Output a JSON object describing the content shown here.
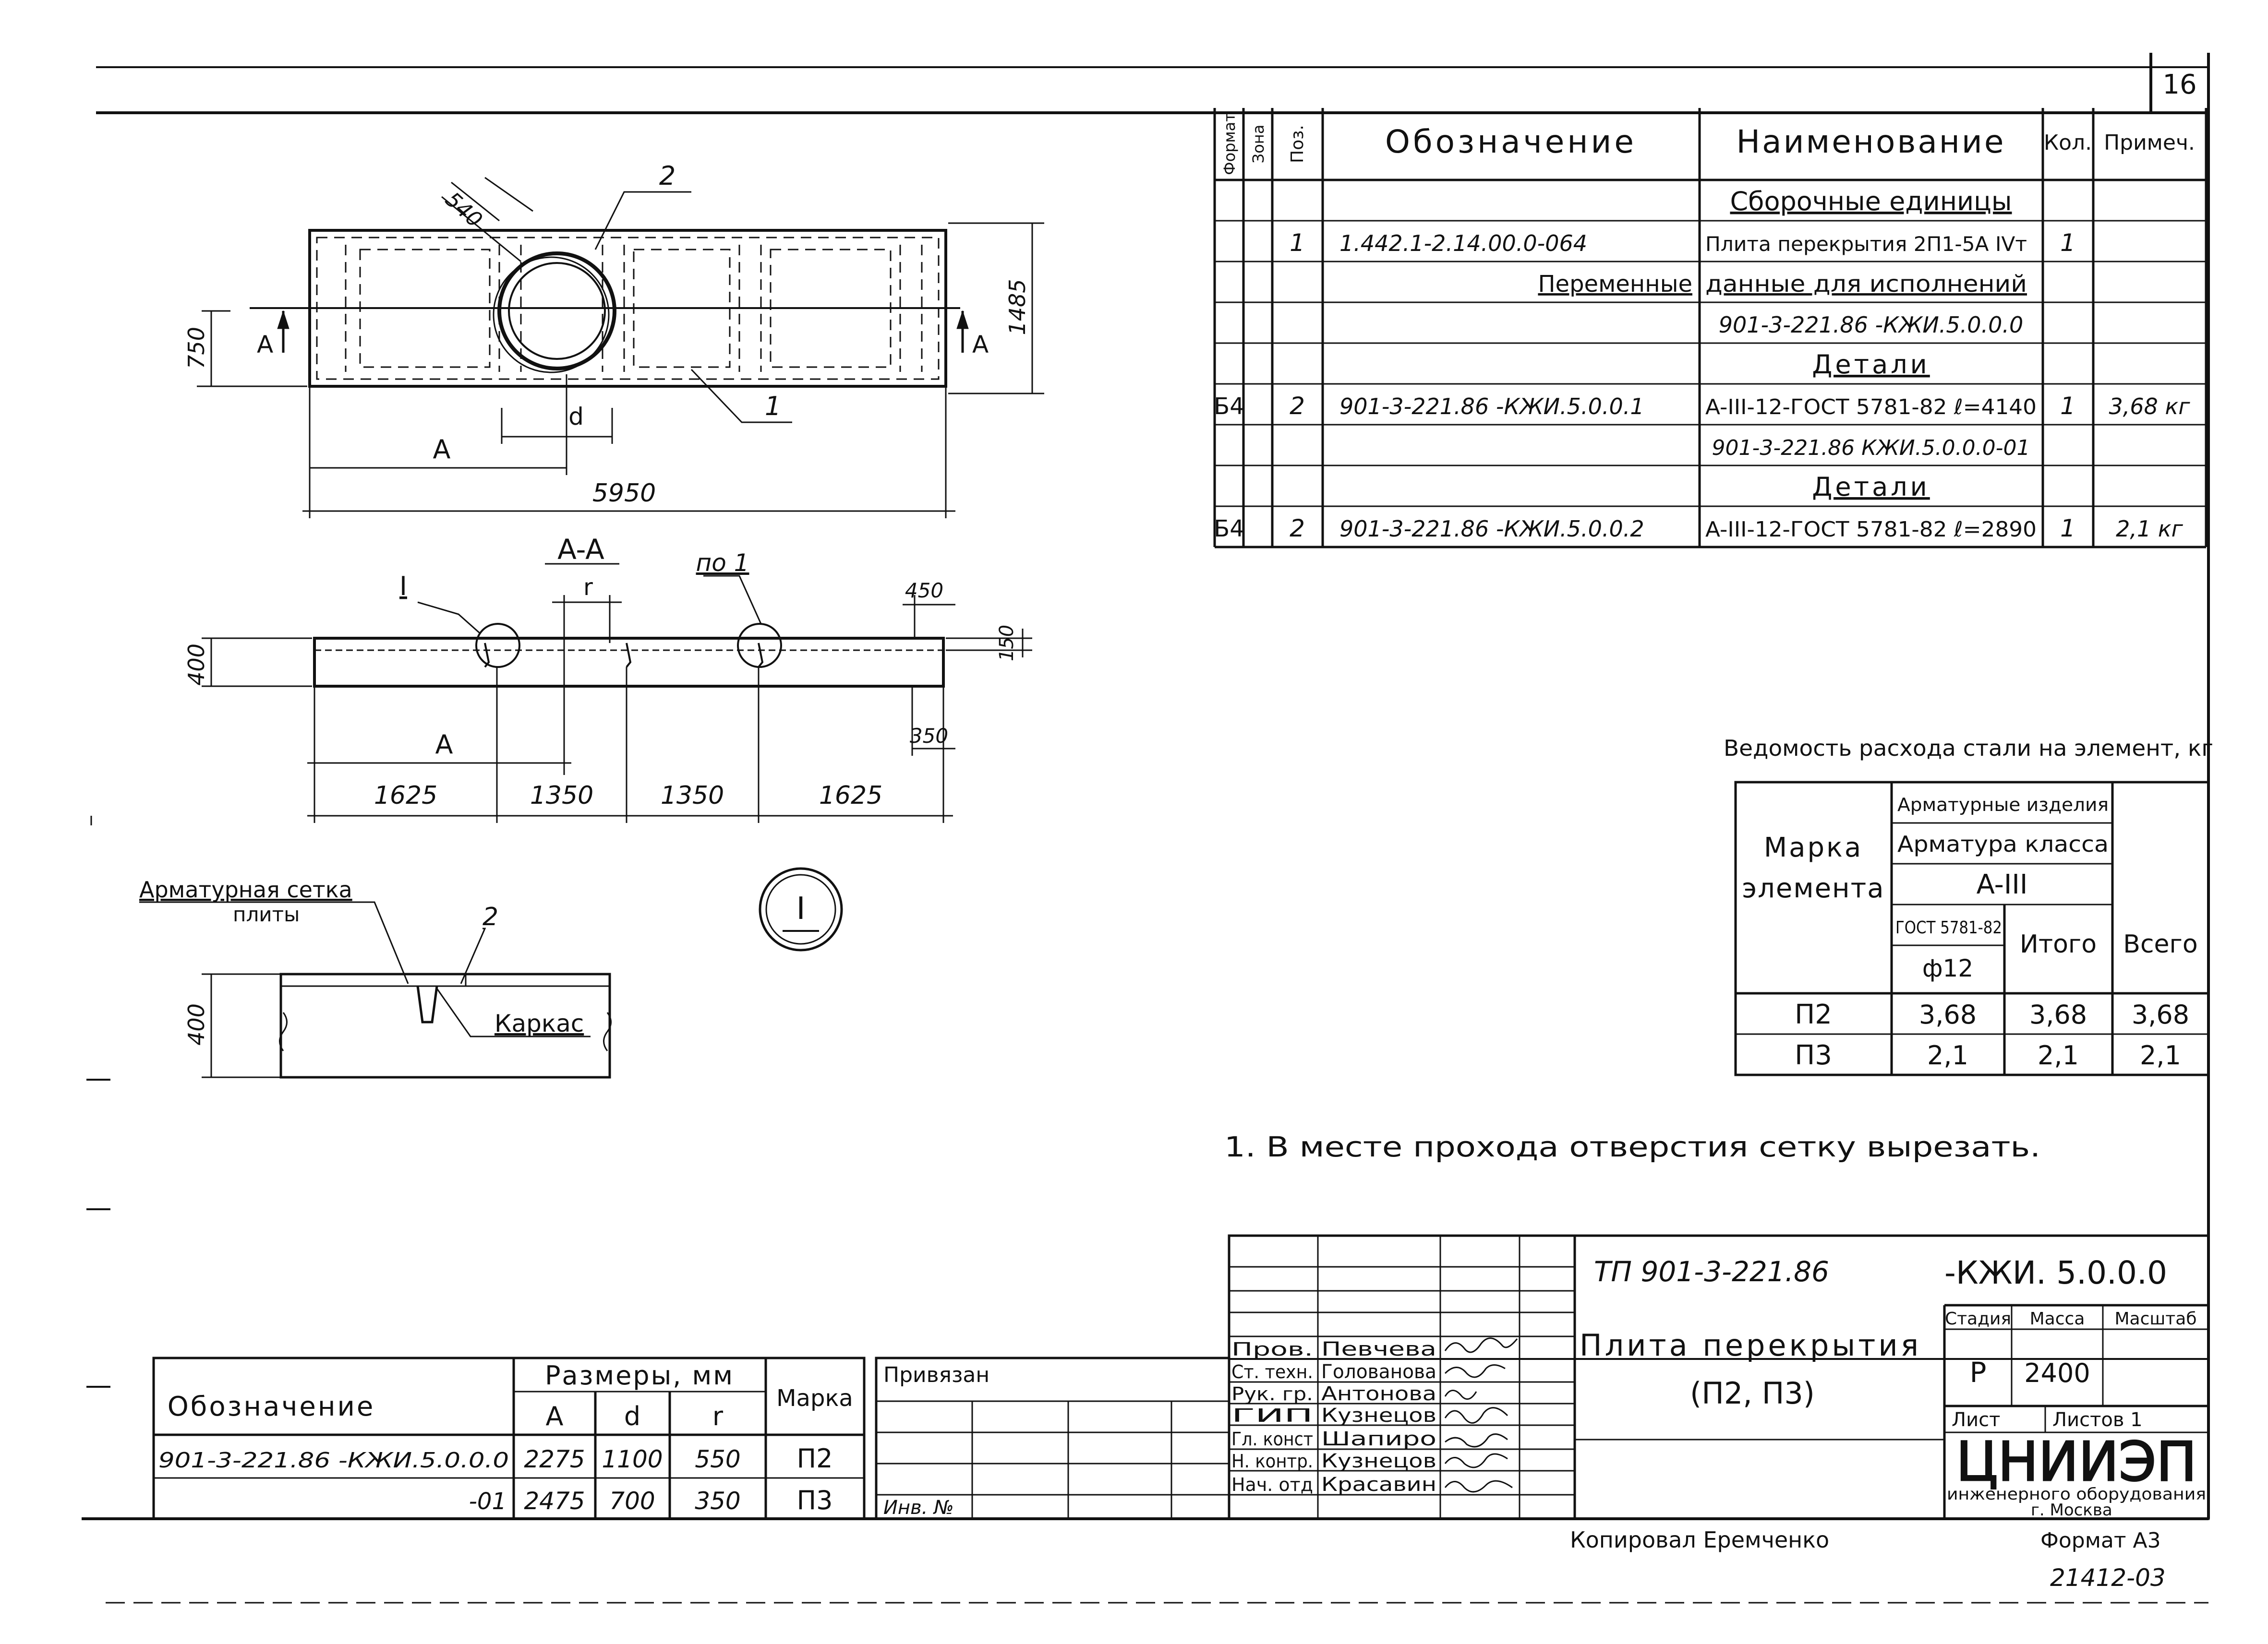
{
  "sheet": {
    "page_number": "16"
  },
  "spec": {
    "headers": {
      "format": "Формат",
      "zone": "Зона",
      "pos": "Поз.",
      "designation": "Обозначение",
      "name": "Наименование",
      "qty": "Кол.",
      "note": "Примеч."
    },
    "rows": [
      {
        "format": "",
        "pos": "",
        "designation": "",
        "name": "Сборочные единицы",
        "qty": "",
        "note": ""
      },
      {
        "format": "",
        "pos": "1",
        "designation": "1.442.1-2.14.00.0-064",
        "name": "Плита перекрытия 2П1-5А IVт",
        "qty": "1",
        "note": ""
      },
      {
        "format": "",
        "pos": "",
        "designation": "Переменные",
        "name": "данные для исполнений",
        "qty": "",
        "note": ""
      },
      {
        "format": "",
        "pos": "",
        "designation": "",
        "name": "901-3-221.86 -КЖИ.5.0.0.0",
        "qty": "",
        "note": ""
      },
      {
        "format": "",
        "pos": "",
        "designation": "",
        "name": "Детали",
        "qty": "",
        "note": ""
      },
      {
        "format": "Б4",
        "pos": "2",
        "designation": "901-3-221.86 -КЖИ.5.0.0.1",
        "name": "A-III-12-ГОСТ 5781-82 ℓ=4140",
        "qty": "1",
        "note": "3,68 кг"
      },
      {
        "format": "",
        "pos": "",
        "designation": "",
        "name": "901-3-221.86 КЖИ.5.0.0.0-01",
        "qty": "",
        "note": ""
      },
      {
        "format": "",
        "pos": "",
        "designation": "",
        "name": "Детали",
        "qty": "",
        "note": ""
      },
      {
        "format": "Б4",
        "pos": "2",
        "designation": "901-3-221.86 -КЖИ.5.0.0.2",
        "name": "A-III-12-ГОСТ 5781-82 ℓ=2890",
        "qty": "1",
        "note": "2,1 кг"
      }
    ]
  },
  "plan": {
    "dims": {
      "d540": "540",
      "d750": "750",
      "d1485": "1485",
      "d5950": "5950",
      "A": "A",
      "d": "d"
    },
    "labels": {
      "cut_left": "A",
      "cut_right": "A",
      "callout_1": "1",
      "callout_2": "2"
    }
  },
  "section": {
    "title": "A-A",
    "dims": {
      "d400": "400",
      "d450": "450",
      "d150": "150",
      "d350": "350",
      "A": "A",
      "r": "r",
      "s1": "1625",
      "s2": "1350",
      "s3": "1350",
      "s4": "1625"
    },
    "labels": {
      "node": "I",
      "po_1": "по 1"
    }
  },
  "detail": {
    "marker": "I",
    "label_mesh_1": "Арматурная сетка",
    "label_mesh_2": "плиты",
    "callout_2": "2",
    "label_frame": "Каркас",
    "dim_400": "400"
  },
  "steel": {
    "title": "Ведомость расхода стали на элемент, кг",
    "head": {
      "mark_1": "Марка",
      "mark_2": "элемента",
      "items": "Арматурные изделия",
      "rebar_class": "Арматура класса",
      "class": "A-III",
      "gost": "ГОСТ 5781-82",
      "dia": "ф12",
      "itogo": "Итого",
      "vsego": "Всего"
    },
    "rows": [
      {
        "mark": "П2",
        "v": "3,68",
        "itogo": "3,68",
        "vsego": "3,68"
      },
      {
        "mark": "П3",
        "v": "2,1",
        "itogo": "2,1",
        "vsego": "2,1"
      }
    ]
  },
  "note": "1. В месте прохода отверстия сетку вырезать.",
  "variants": {
    "head": {
      "designation": "Обозначение",
      "sizes": "Размеры, мм",
      "A": "A",
      "d": "d",
      "r": "r",
      "mark": "Марка"
    },
    "rows": [
      {
        "designation": "901-3-221.86 -КЖИ.5.0.0.0",
        "A": "2275",
        "d": "1100",
        "r": "550",
        "mark": "П2"
      },
      {
        "designation": "-01",
        "A": "2475",
        "d": "700",
        "r": "350",
        "mark": "П3"
      }
    ]
  },
  "binding": {
    "privyazan": "Привязан",
    "inv_no": "Инв. №"
  },
  "title_block": {
    "code_1": "ТП 901-3-221.86",
    "code_2": "-КЖИ. 5.0.0.0",
    "title_1": "Плита перекрытия",
    "title_2": "(П2, П3)",
    "stage_h": "Стадия",
    "mass_h": "Масса",
    "scale_h": "Масштаб",
    "stage": "Р",
    "mass": "2400",
    "scale": "",
    "sheet_h": "Лист",
    "sheets_h": "Листов 1",
    "org_1": "ЦНИИЭП",
    "org_2": "инженерного оборудования",
    "org_3": "г. Москва",
    "staff": [
      {
        "role": "Пров.",
        "name": "Певчева"
      },
      {
        "role": "Ст. техн.",
        "name": "Голованова"
      },
      {
        "role": "Рук. гр.",
        "name": "Антонова"
      },
      {
        "role": "ГИП",
        "name": "Кузнецов"
      },
      {
        "role": "Гл. конст",
        "name": "Шапиро"
      },
      {
        "role": "Н. контр.",
        "name": "Кузнецов"
      },
      {
        "role": "Нач. отд",
        "name": "Красавин"
      }
    ]
  },
  "footer": {
    "copied": "Копировал Еремченко",
    "format": "Формат А3",
    "number": "21412-03"
  },
  "colors": {
    "ink": "#111111",
    "paper": "#ffffff"
  }
}
